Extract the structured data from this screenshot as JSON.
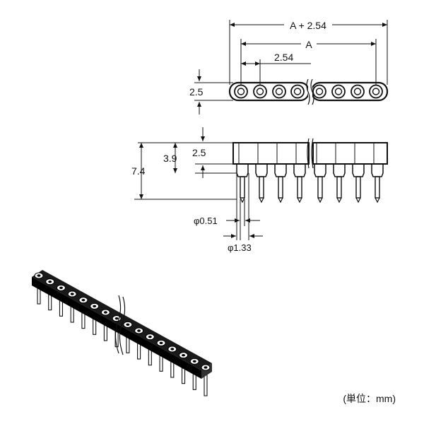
{
  "top_view": {
    "dim_total": "A + 2.54",
    "dim_a": "A",
    "dim_pitch": "2.54",
    "dim_width": "2.5"
  },
  "side_view": {
    "dim_body": "2.5",
    "dim_shoulder": "3.9",
    "dim_overall": "7.4",
    "dim_pin_dia": "φ0.51",
    "dim_shoulder_dia": "φ1.33"
  },
  "unit_label": "(単位：mm)",
  "colors": {
    "ink": "#111111",
    "paper": "#ffffff"
  }
}
